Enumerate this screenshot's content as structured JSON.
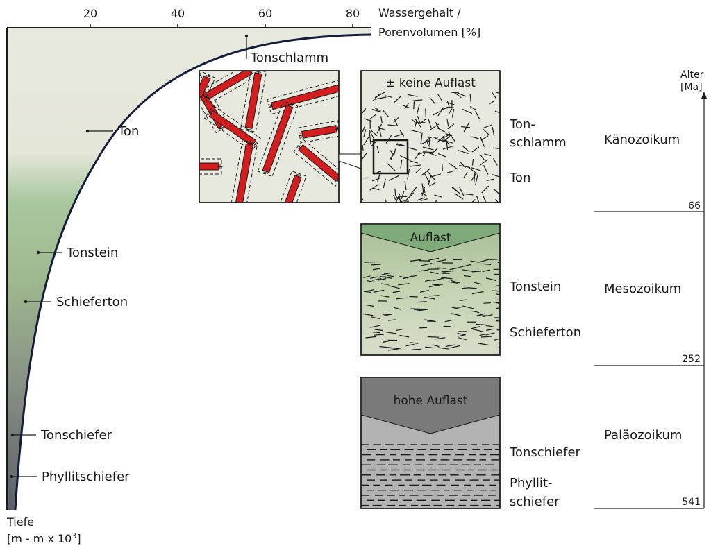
{
  "colors": {
    "accent_red": "#d21e1e",
    "curve": "#141c3c",
    "green": "#7fab7a",
    "light": "#e8e9de",
    "dark_gray": "#7a7a7a"
  },
  "axis": {
    "x_ticks": [
      "20",
      "40",
      "60",
      "80"
    ],
    "x_label_line1": "Wassergehalt /",
    "x_label_line2": "Porenvolumen [%]",
    "y_label_line1": "Tiefe",
    "y_label_line2": "[m - m x 10",
    "y_label_sup": "3",
    "y_label_close": "]"
  },
  "curve_labels": {
    "tonschlamm": "Tonschlamm",
    "ton": "Ton",
    "tonstein": "Tonstein",
    "schieferton": "Schieferton",
    "tonschiefer": "Tonschiefer",
    "phyllitschiefer": "Phyllitschiefer"
  },
  "boxes": {
    "box1_title": "± keine Auflast",
    "box2_title": "Auflast",
    "box3_title": "hohe Auflast"
  },
  "box_labels": {
    "box1_line1": "Ton-",
    "box1_line2": "schlamm",
    "box1_line3": "Ton",
    "box2_line1": "Tonstein",
    "box2_line2": "Schieferton",
    "box3_line1": "Tonschiefer",
    "box3_line2": "Phyllit-",
    "box3_line3": "schiefer"
  },
  "age_axis": {
    "label_line1": "Alter",
    "label_line2": "[Ma]",
    "boundaries": [
      "66",
      "252",
      "541"
    ],
    "eras": [
      "Känozoikum",
      "Mesozoikum",
      "Paläozoikum"
    ]
  }
}
